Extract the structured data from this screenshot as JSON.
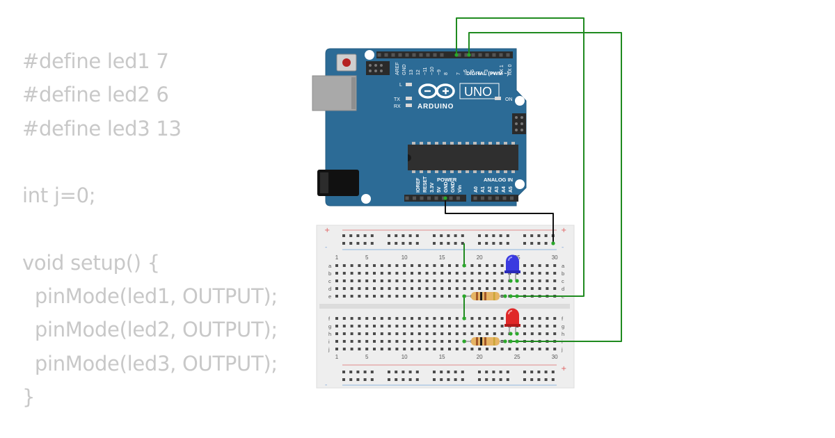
{
  "code_lines": [
    "#define led1 7",
    "#define led2 6",
    "#define led3 13",
    "",
    "int j=0;",
    "",
    "void setup() {",
    "  pinMode(led1, OUTPUT);",
    "  pinMode(led2, OUTPUT);",
    "  pinMode(led3, OUTPUT);",
    "}"
  ],
  "board": {
    "name": "ARDUINO",
    "model": "UNO",
    "on_label": "ON",
    "l_label": "L",
    "tx_label": "TX",
    "rx_label": "RX",
    "digital_label": "DIGITAL (PWM ~)",
    "power_label": "POWER",
    "analog_label": "ANALOG IN",
    "digital_pins": [
      "AREF",
      "GND",
      "13",
      "12",
      "~11",
      "~10",
      "~9",
      "8",
      "7",
      "~6",
      "~5",
      "4",
      "~3",
      "2",
      "TX 1",
      "RX 0"
    ],
    "power_pins": [
      "IOREF",
      "RESET",
      "3.3V",
      "5V",
      "GND",
      "GND",
      "Vin"
    ],
    "analog_pins": [
      "A0",
      "A1",
      "A2",
      "A3",
      "A4",
      "A5"
    ],
    "colors": {
      "body": "#2c6b96",
      "header": "#2b2b2b",
      "chip": "#2f2f2f",
      "usb": "#a9a9a9"
    }
  },
  "breadboard": {
    "column_numbers": [
      "1",
      "5",
      "10",
      "15",
      "20",
      "25",
      "30"
    ],
    "rows_top": [
      "a",
      "b",
      "c",
      "d",
      "e"
    ],
    "rows_bottom": [
      "f",
      "g",
      "h",
      "i",
      "j"
    ],
    "plus": "+",
    "minus": "-"
  },
  "leds": [
    {
      "color": "#3a3ae0",
      "name": "blue"
    },
    {
      "color": "#e02828",
      "name": "red"
    }
  ],
  "wires": {
    "signal": "#1f8a1f",
    "ground": "#111111"
  }
}
